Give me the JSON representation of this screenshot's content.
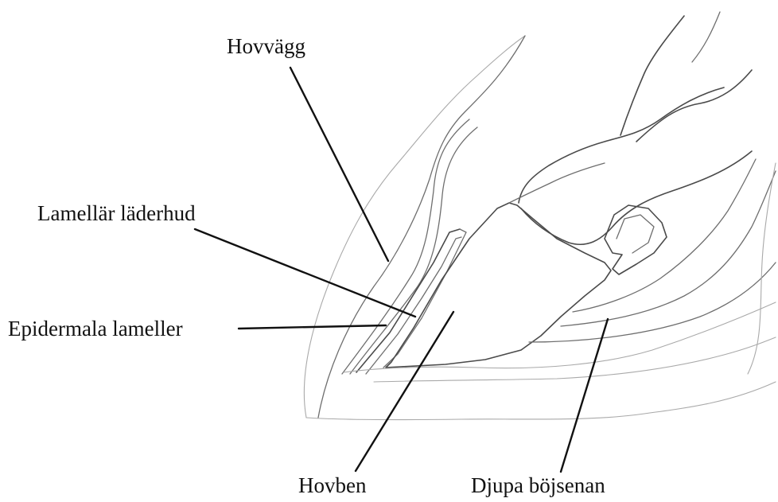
{
  "diagram": {
    "labels": {
      "hoof_wall": "Hovvägg",
      "lamellar_dermis": "Lamellär läderhud",
      "epidermal_lamellae": "Epidermala lameller",
      "coffin_bone": "Hovben",
      "deep_flexor_tendon": "Djupa böjsenan"
    },
    "colors": {
      "ink": "#111111",
      "outline": "#6e6e6e",
      "background": "#ffffff"
    }
  }
}
